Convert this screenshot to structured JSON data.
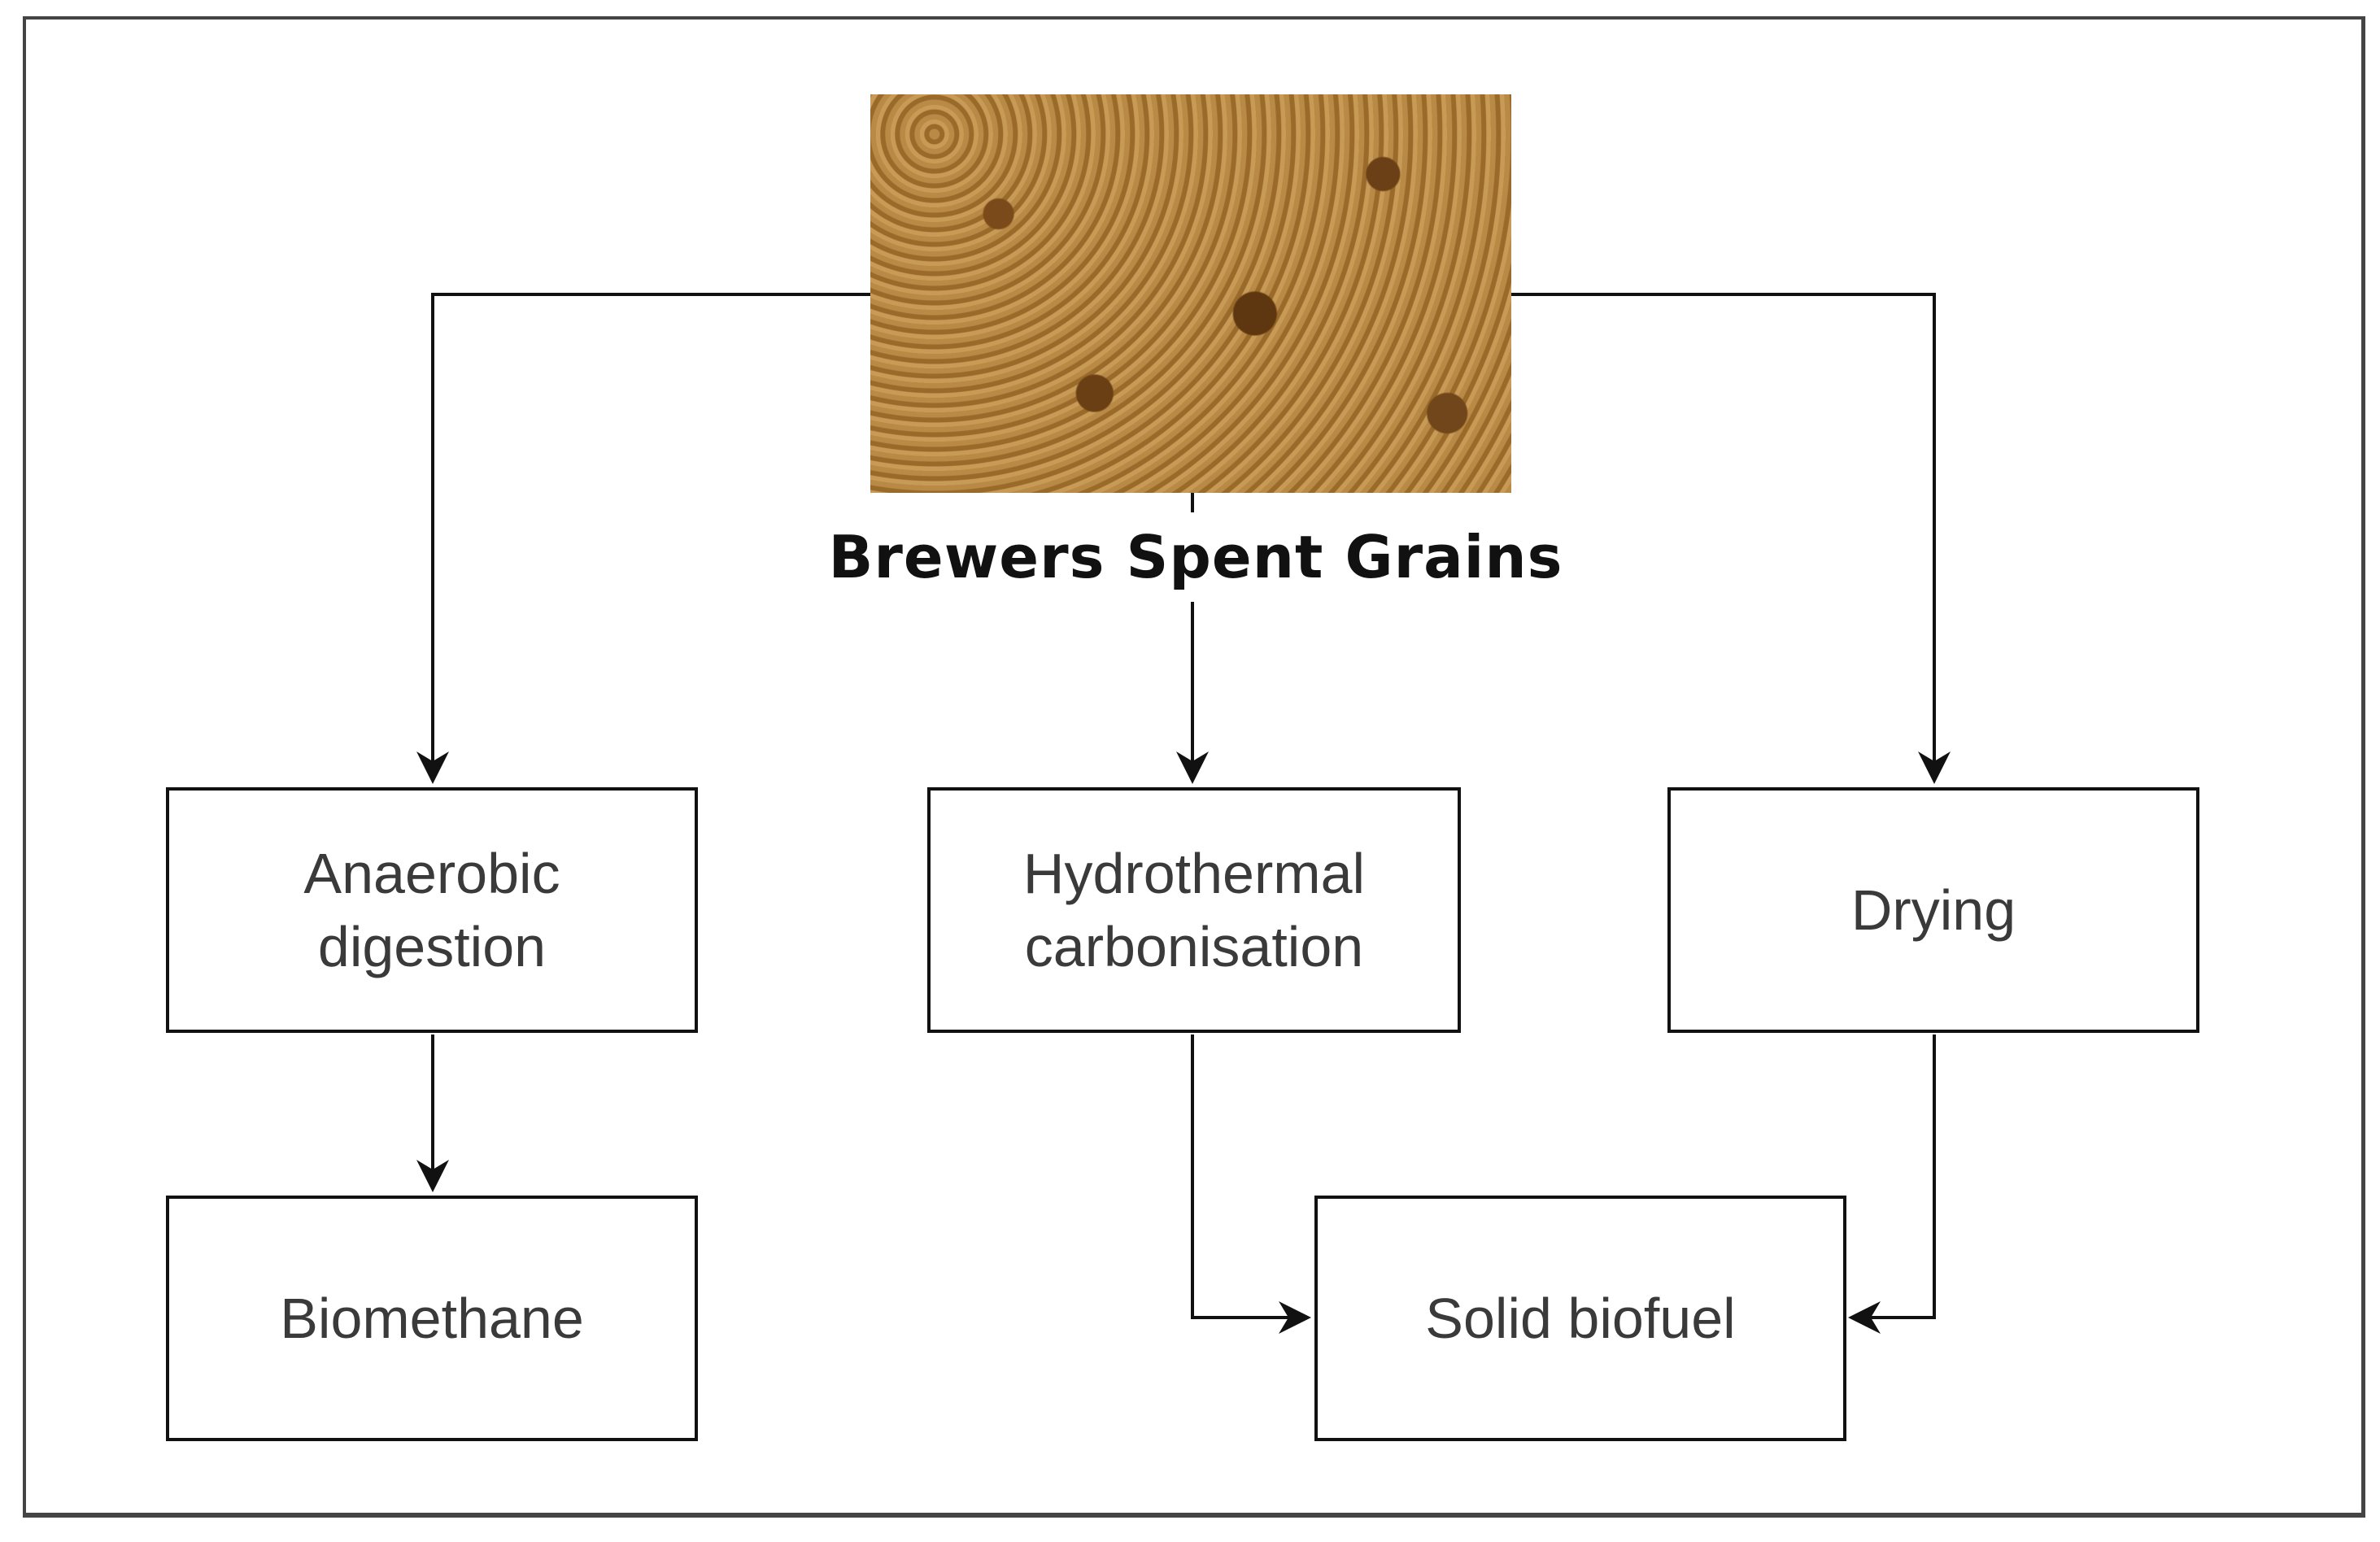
{
  "title": "Brewers Spent Grains",
  "nodes": {
    "anaerobic": "Anaerobic\ndigestion",
    "hydrothermal": "Hydrothermal\ncarbonisation",
    "drying": "Drying",
    "biomethane": "Biomethane",
    "solid_biofuel": "Solid biofuel"
  },
  "colors": {
    "line": "#111111",
    "text": "#3a3a3a",
    "grain": "#a87632"
  }
}
